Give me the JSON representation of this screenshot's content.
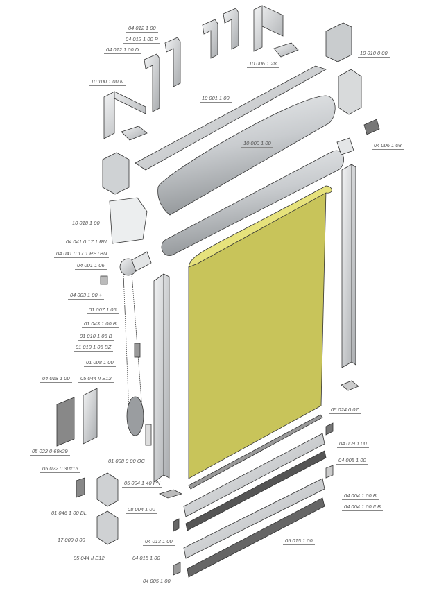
{
  "title": "Roller blind exploded parts diagram",
  "colors": {
    "fabric": "#c8c45a",
    "fabric_light": "#e6e27c",
    "metal": "#d6d8da",
    "metal_dark": "#8a8d90",
    "label": "#555555"
  },
  "labels": [
    {
      "id": "p1",
      "text": "04 012 1 00"
    },
    {
      "id": "p2",
      "text": "04 012 1 00 P"
    },
    {
      "id": "p3",
      "text": "04 012 1 00 D"
    },
    {
      "id": "p4",
      "text": "10 100 1 00 N"
    },
    {
      "id": "p5",
      "text": "10 006 1 28"
    },
    {
      "id": "p6",
      "text": "10 010 0 00"
    },
    {
      "id": "p7",
      "text": "10 001 1 00"
    },
    {
      "id": "p8",
      "text": "10 000 1 00"
    },
    {
      "id": "p9",
      "text": "04 006 1 08"
    },
    {
      "id": "p10",
      "text": "10 018 1 00"
    },
    {
      "id": "p11",
      "text": "04 041 0 17 1 RN"
    },
    {
      "id": "p12",
      "text": "04 041 0 17 1 RSTBN"
    },
    {
      "id": "p13",
      "text": "04 001 1 06"
    },
    {
      "id": "p14",
      "text": "04 003 1 00 +"
    },
    {
      "id": "p15",
      "text": "01 007 1 06"
    },
    {
      "id": "p16",
      "text": "01 043 1 00 B"
    },
    {
      "id": "p17",
      "text": "01 010 1 06 B"
    },
    {
      "id": "p18",
      "text": "01 010 1 06 BZ"
    },
    {
      "id": "p19",
      "text": "01 008 1 00"
    },
    {
      "id": "p20",
      "text": "04 018 1 00"
    },
    {
      "id": "p21",
      "text": "05 044 II E12"
    },
    {
      "id": "p22",
      "text": "05 022 0 69x29"
    },
    {
      "id": "p23",
      "text": "01 008 0 00 OC"
    },
    {
      "id": "p24",
      "text": "05 022 0 30x15"
    },
    {
      "id": "p25",
      "text": "05 004 1 40 PN"
    },
    {
      "id": "p26",
      "text": "08 004 1 00"
    },
    {
      "id": "p27",
      "text": "01 046 1 00 BL"
    },
    {
      "id": "p28",
      "text": "17 009 0 00"
    },
    {
      "id": "p29",
      "text": "04 013 1 00"
    },
    {
      "id": "p30",
      "text": "05 044 II E12"
    },
    {
      "id": "p31",
      "text": "04 015 1 00"
    },
    {
      "id": "p32",
      "text": "04 005 1 00"
    },
    {
      "id": "p33",
      "text": "05 024 0 07"
    },
    {
      "id": "p34",
      "text": "04 009 1 00"
    },
    {
      "id": "p35",
      "text": "04 005 1 00"
    },
    {
      "id": "p36",
      "text": "04 004 1 00 B"
    },
    {
      "id": "p37",
      "text": "04 004 1 00 II B"
    },
    {
      "id": "p38",
      "text": "05 015 1 00"
    }
  ]
}
